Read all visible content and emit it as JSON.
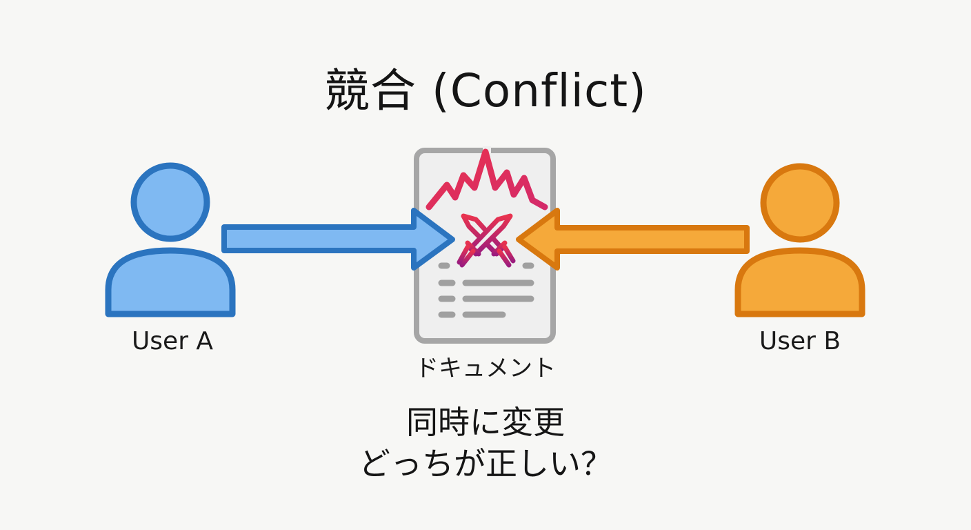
{
  "title": "競合 (Conflict)",
  "users": [
    {
      "label": "User A",
      "color_fill": "#7fb9f2",
      "color_stroke": "#2b74bf"
    },
    {
      "label": "User B",
      "color_fill": "#f5a93a",
      "color_stroke": "#d8780f"
    }
  ],
  "document": {
    "label": "ドキュメント",
    "icon": "document-with-crossed-swords-icon",
    "burst_color": "#e8334f",
    "sword_color_top": "#e8334f",
    "sword_color_bottom": "#9b1c7e"
  },
  "arrows": [
    {
      "from": "User A",
      "to": "ドキュメント",
      "direction": "right"
    },
    {
      "from": "User B",
      "to": "ドキュメント",
      "direction": "left"
    }
  ],
  "question": {
    "line1": "同時に変更",
    "line2": "どっちが正しい？"
  }
}
